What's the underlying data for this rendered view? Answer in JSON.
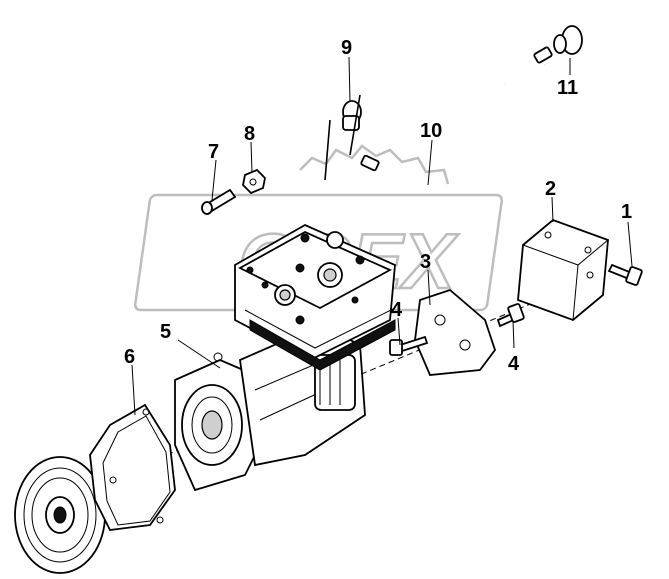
{
  "watermark": {
    "text": "OPEX"
  },
  "callouts": [
    "1",
    "2",
    "3",
    "4",
    "4",
    "5",
    "6",
    "7",
    "8",
    "9",
    "10",
    "11"
  ]
}
